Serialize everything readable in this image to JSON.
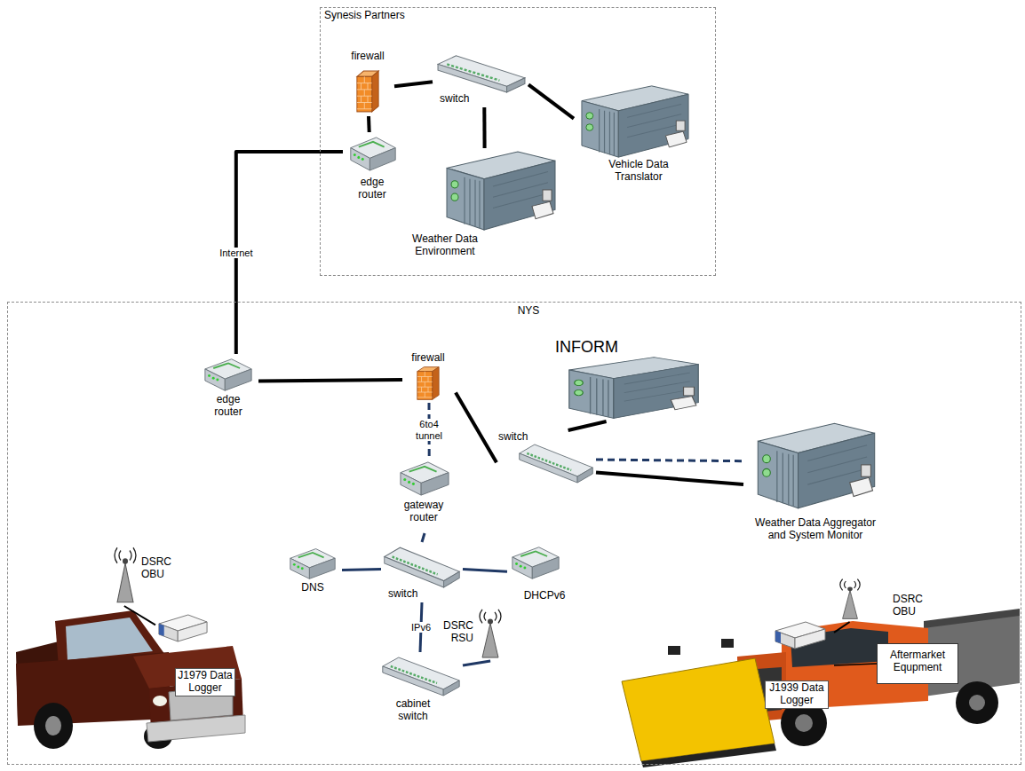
{
  "diagram": {
    "nodes": [
      {
        "text": [
          "Synesis Partners"
        ]
      },
      {
        "text": [
          "firewall"
        ],
        "in": 0
      },
      {
        "text": [
          "switch"
        ],
        "in": 0
      },
      {
        "text": [
          "edge router"
        ],
        "in": 0
      },
      {
        "text": [
          "Weather Data Environment"
        ],
        "in": 0
      },
      {
        "text": [
          "Vehicle Data Translator"
        ],
        "in": 0
      },
      {
        "text": [
          "NYS"
        ]
      },
      {
        "text": [
          "edge router"
        ],
        "in": 6
      },
      {
        "text": [
          "firewall"
        ],
        "in": 6
      },
      {
        "text": [
          "INFORM"
        ],
        "in": 6
      },
      {
        "text": [
          "switch"
        ],
        "in": 6
      },
      {
        "text": [
          "gateway router"
        ],
        "in": 6
      },
      {
        "text": [
          "Weather Data Aggregator and System Monitor"
        ],
        "in": 6
      },
      {
        "text": [
          "DNS"
        ],
        "in": 6
      },
      {
        "text": [
          "switch"
        ],
        "in": 6
      },
      {
        "text": [
          "DHCPv6"
        ],
        "in": 6
      },
      {
        "text": [
          "DSRC RSU"
        ],
        "in": 6
      },
      {
        "text": [
          "cabinet switch"
        ],
        "in": 6
      },
      {
        "text": [
          "DSRC OBU"
        ],
        "in": 6
      },
      {
        "text": [
          "J1979 Data Logger"
        ],
        "in": 6
      },
      {
        "text": [
          "DSRC OBU"
        ],
        "in": 6
      },
      {
        "text": [
          "Aftermarket Equpment"
        ],
        "in": 6
      },
      {
        "text": [
          "J1939 Data Logger"
        ],
        "in": 6
      }
    ],
    "edges": [
      {
        "from": 1,
        "to": 3,
        "arrow": "none"
      },
      {
        "from": 1,
        "to": 2,
        "arrow": "none"
      },
      {
        "from": 2,
        "to": 5,
        "arrow": "none"
      },
      {
        "from": 2,
        "to": 4,
        "arrow": "none"
      },
      {
        "from": 3,
        "to": 7,
        "label": "Internet",
        "arrow": "none"
      },
      {
        "from": 7,
        "to": 8,
        "arrow": "none"
      },
      {
        "from": 8,
        "to": 11,
        "label": "6to4 tunnel",
        "arrow": "none"
      },
      {
        "from": 8,
        "to": 10,
        "arrow": "none"
      },
      {
        "from": 10,
        "to": 9,
        "arrow": "none"
      },
      {
        "from": 10,
        "to": 12,
        "arrow": "none"
      },
      {
        "from": 10,
        "to": 12,
        "arrow": "none"
      },
      {
        "from": 11,
        "to": 14,
        "arrow": "none"
      },
      {
        "from": 14,
        "to": 13,
        "arrow": "none"
      },
      {
        "from": 14,
        "to": 15,
        "arrow": "none"
      },
      {
        "from": 14,
        "to": 17,
        "label": "IPv6",
        "arrow": "none"
      },
      {
        "from": 17,
        "to": 16,
        "arrow": "none"
      },
      {
        "from": 18,
        "to": 19,
        "arrow": "none"
      },
      {
        "from": 20,
        "to": 22,
        "arrow": "none"
      },
      {
        "from": 22,
        "to": 21,
        "arrow": "none"
      }
    ]
  }
}
